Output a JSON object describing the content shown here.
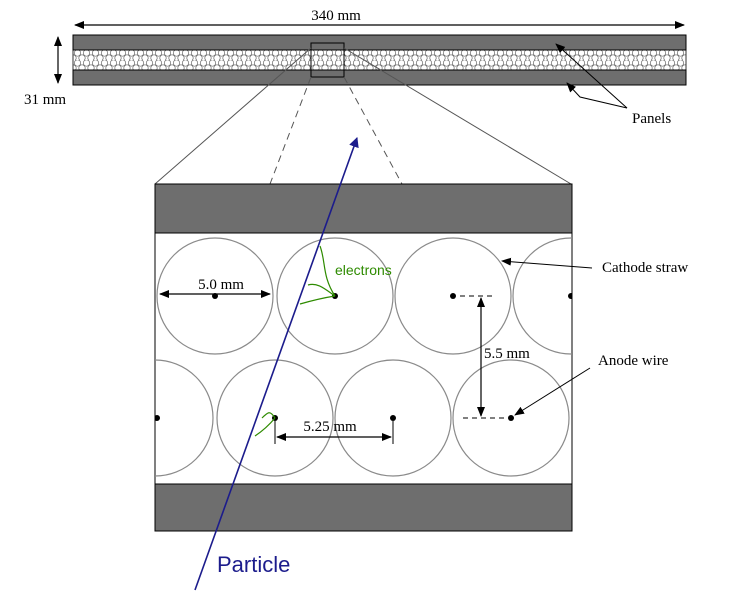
{
  "overview": {
    "width_label": "340 mm",
    "height_label": "31 mm",
    "panels_label": "Panels"
  },
  "detail": {
    "electrons_label": "electrons",
    "cathode_label": "Cathode straw",
    "anode_label": "Anode wire",
    "straw_diameter_label": "5.0 mm",
    "row_spacing_label": "5.5 mm",
    "wire_spacing_label": "5.25 mm"
  },
  "particle_label": "Particle",
  "colors": {
    "panel_fill": "#6e6e6e",
    "particle_track": "#1c1c8c",
    "electrons": "#2e8b00",
    "straw_outline": "#8a8a8a"
  }
}
